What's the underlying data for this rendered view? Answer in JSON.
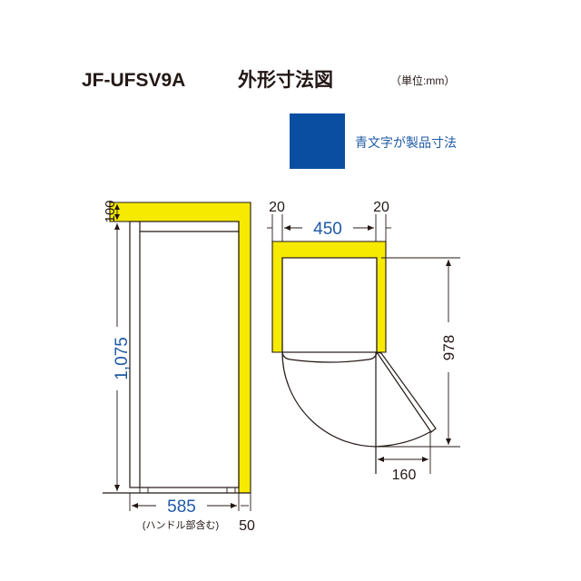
{
  "title": {
    "model": "JF-UFSV9A",
    "name": "外形寸法図",
    "unit": "（単位:mm）"
  },
  "legend": {
    "text": "青文字が製品寸法",
    "color": "#0a4ea2"
  },
  "colors": {
    "clearance": "#f5ea00",
    "product_text": "#1f5aa6"
  },
  "side_view": {
    "top_clearance": "100",
    "height": "1,075",
    "depth": "585",
    "depth_note": "(ハンドル部含む)",
    "back_clearance": "50"
  },
  "top_view": {
    "left_clearance": "20",
    "right_clearance": "20",
    "width": "450",
    "door_open_depth": "978",
    "door_swing": "160"
  }
}
